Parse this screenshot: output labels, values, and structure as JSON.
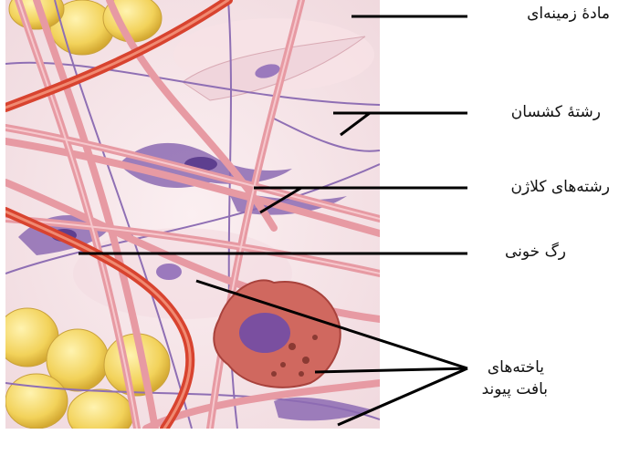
{
  "labels": {
    "ground_substance": "مادۀ زمینه‌ای",
    "elastic_fiber": "رشتۀ کشسان",
    "collagen_fibers": "رشته‌های کلاژن",
    "blood_vessel": "رگ خونی",
    "cells_line1": "یاخته‌های",
    "cells_line2": "بافت پیوند"
  },
  "colors": {
    "background": "#f6e6ea",
    "collagen": "#e79aa3",
    "blood_vessel": "#d8432f",
    "fat_cell": "#f2d25a",
    "fibroblast": "#8d6bb3",
    "mast_cell": "#c9544f",
    "leader_line": "#000000"
  }
}
